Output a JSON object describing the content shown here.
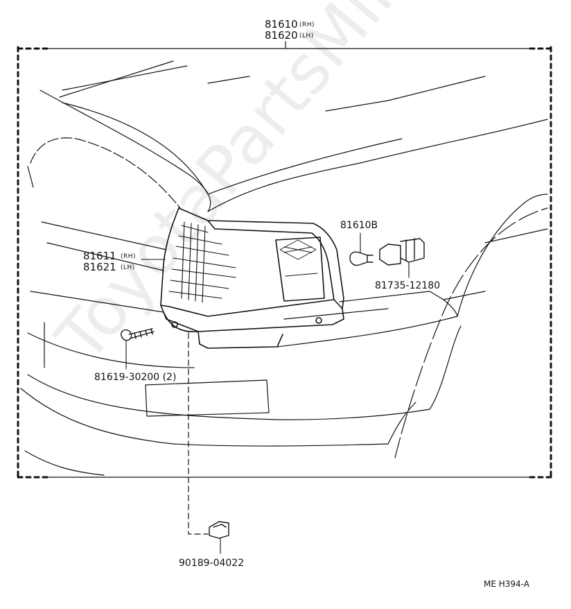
{
  "labels": {
    "assembly_rh_num": "81610",
    "assembly_rh_side": "(RH)",
    "assembly_lh_num": "81620",
    "assembly_lh_side": "(LH)",
    "lens_rh_num": "81611",
    "lens_rh_side": "(RH)",
    "lens_lh_num": "81621",
    "lens_lh_side": "(LH)",
    "bulb": "81610B",
    "socket": "81735-12180",
    "screw": "81619-30200 (2)",
    "clip": "90189-04022",
    "diagram_code": "ME H394-A"
  },
  "watermark": "ToyotaPartsMine.ru"
}
